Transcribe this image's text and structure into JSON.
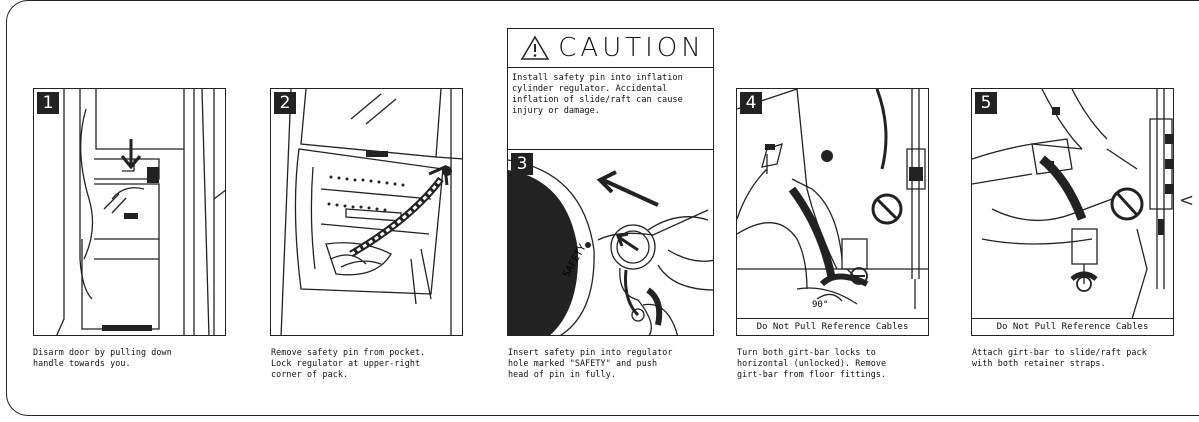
{
  "caution": {
    "title": "CAUTION",
    "text": "Install safety pin into inflation\ncylinder regulator. Accidental\ninflation of slide/raft can cause\ninjury or damage."
  },
  "steps": [
    {
      "number": "1",
      "caption": "Disarm door by pulling down\nhandle towards you."
    },
    {
      "number": "2",
      "caption": "Remove safety pin from pocket.\nLock regulator at upper-right\ncorner of pack."
    },
    {
      "number": "3",
      "caption": "Insert safety pin into regulator\nhole marked \"SAFETY\" and push\nhead of pin in fully.",
      "label": "SAFETY"
    },
    {
      "number": "4",
      "caption": "Turn both girt-bar locks to\nhorizontal (unlocked). Remove\ngirt-bar from floor fittings.",
      "ref_label": "Do Not Pull Reference Cables",
      "angle_label": "90°"
    },
    {
      "number": "5",
      "caption": "Attach girt-bar to slide/raft pack\nwith both retainer straps.",
      "ref_label": "Do Not Pull Reference Cables"
    }
  ],
  "nav": {
    "next_symbol": "<"
  },
  "icons": {
    "warning": "warning-triangle-icon",
    "prohibited": "no-symbol-icon"
  },
  "colors": {
    "ink": "#222222",
    "background": "#ffffff"
  }
}
